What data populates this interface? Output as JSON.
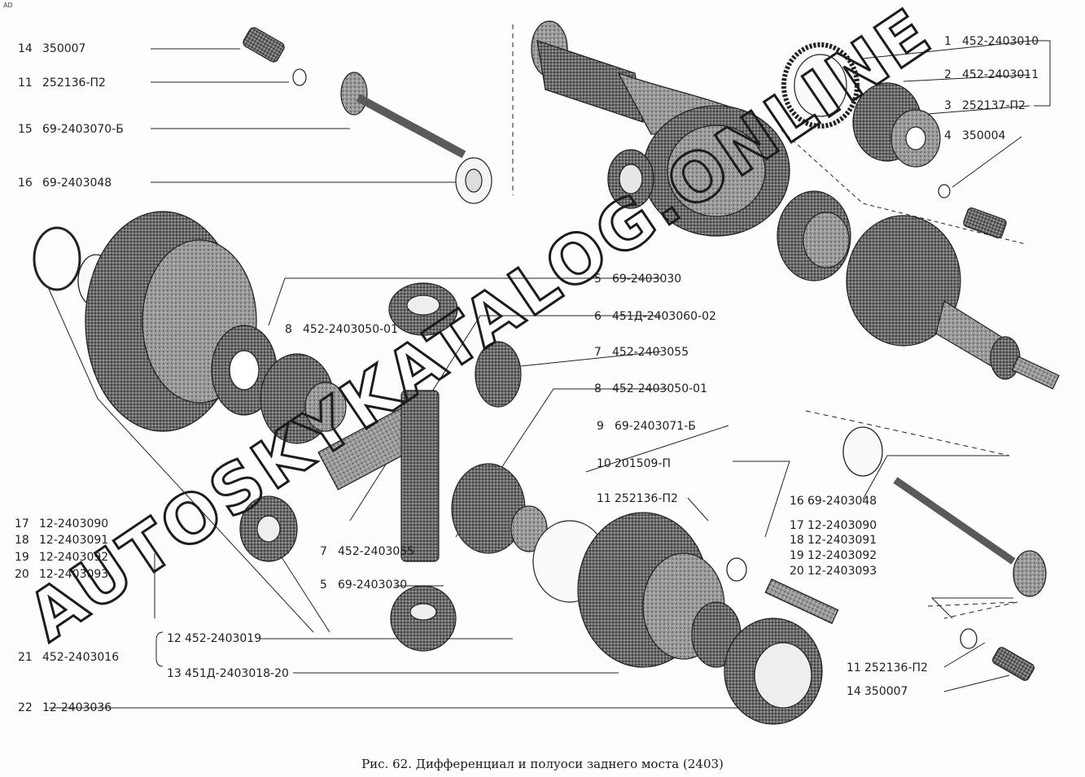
{
  "corner_mark": "AD",
  "caption": "Рис. 62. Дифференциал и полуоси заднего моста (2403)",
  "watermark": "AUTOSKYKATALOG.ONLINE",
  "labels_left_top": [
    {
      "num": "14",
      "part": "350007"
    },
    {
      "num": "11",
      "part": "252136-П2"
    },
    {
      "num": "15",
      "part": "69-2403070-Б"
    },
    {
      "num": "16",
      "part": "69-2403048"
    }
  ],
  "labels_top_right": [
    {
      "num": "1",
      "part": "452-2403010"
    },
    {
      "num": "2",
      "part": "452-2403011"
    },
    {
      "num": "3",
      "part": "252137-П2"
    },
    {
      "num": "4",
      "part": "350004"
    }
  ],
  "labels_center": [
    {
      "num": "5",
      "part": "69-2403030"
    },
    {
      "num": "6",
      "part": "451Д-2403060-02"
    },
    {
      "num": "7",
      "part": "452-2403055"
    },
    {
      "num": "8",
      "part": "452-2403050-01"
    },
    {
      "num": "9",
      "part": "69-2403071-Б"
    },
    {
      "num": "10",
      "part": "201509-П"
    },
    {
      "num": "11",
      "part": "252136-П2"
    },
    {
      "num": "16",
      "part": "69-2403048"
    }
  ],
  "label_8_left": {
    "num": "8",
    "part": "452-2403050-01"
  },
  "labels_left_mid": [
    {
      "num": "17",
      "part": "12-2403090"
    },
    {
      "num": "18",
      "part": "12-2403091"
    },
    {
      "num": "19",
      "part": "12-2403092"
    },
    {
      "num": "20",
      "part": "12-2403093"
    }
  ],
  "labels_right_mid": [
    {
      "num": "17",
      "part": "12-2403090"
    },
    {
      "num": "18",
      "part": "12-2403091"
    },
    {
      "num": "19",
      "part": "12-2403092"
    },
    {
      "num": "20",
      "part": "12-2403093"
    }
  ],
  "label_7_low": {
    "num": "7",
    "part": "452-2403055"
  },
  "label_5_low": {
    "num": "5",
    "part": "69-2403030"
  },
  "label_21": {
    "num": "21",
    "part": "452-2403016"
  },
  "label_12": {
    "num": "12",
    "part": "452-2403019"
  },
  "label_13": {
    "num": "13",
    "part": "451Д-2403018-20"
  },
  "label_22": {
    "num": "22",
    "part": "12-2403036"
  },
  "label_11_br": {
    "num": "11",
    "part": "252136-П2"
  },
  "label_14_br": {
    "num": "14",
    "part": "350007"
  }
}
